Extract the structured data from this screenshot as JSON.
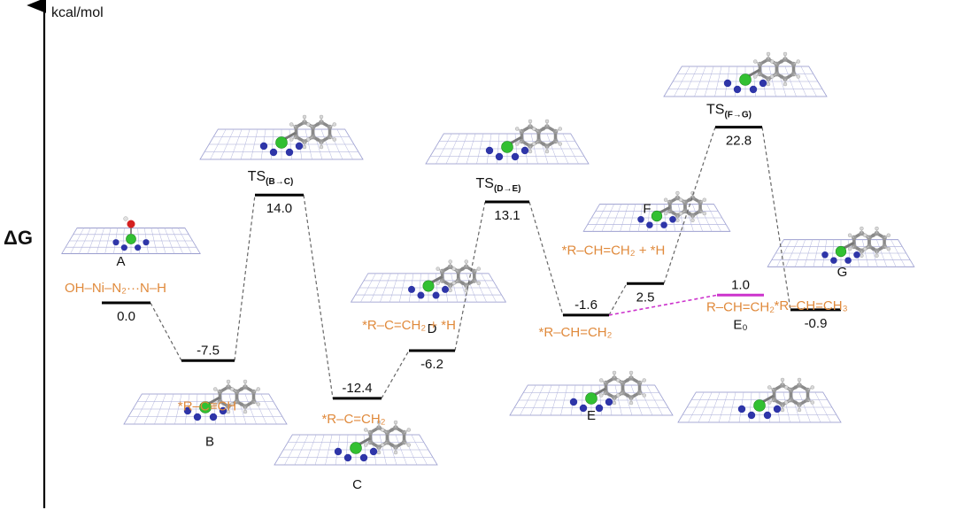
{
  "axis": {
    "y_label": "ΔG",
    "unit": "kcal/mol"
  },
  "colors": {
    "level": "#000000",
    "highlight": "#cc33cc",
    "species": "#e08a3c",
    "connector": "#666666"
  },
  "chart_data": {
    "type": "energy-profile",
    "ylabel": "ΔG",
    "unit": "kcal/mol",
    "levels": [
      {
        "id": "A",
        "name": "A",
        "value": 0.0,
        "value_text": "0.0",
        "species": "OH–Ni–N₂···N–H"
      },
      {
        "id": "B",
        "name": "B",
        "value": -7.5,
        "value_text": "-7.5",
        "species": "*R–C≡CH"
      },
      {
        "id": "TSBC",
        "name": "TS",
        "name_sub": "(B→C)",
        "value": 14.0,
        "value_text": "14.0",
        "species": ""
      },
      {
        "id": "C",
        "name": "C",
        "value": -12.4,
        "value_text": "-12.4",
        "species": "*R–C=CH₂"
      },
      {
        "id": "D",
        "name": "D",
        "value": -6.2,
        "value_text": "-6.2",
        "species": "*R–C=CH₂ + *H"
      },
      {
        "id": "TSDE",
        "name": "TS",
        "name_sub": "(D→E)",
        "value": 13.1,
        "value_text": "13.1",
        "species": ""
      },
      {
        "id": "E",
        "name": "E",
        "value": -1.6,
        "value_text": "-1.6",
        "species": "*R–CH=CH₂"
      },
      {
        "id": "F",
        "name": "F",
        "value": 2.5,
        "value_text": "2.5",
        "species": "*R–CH=CH₂ + *H"
      },
      {
        "id": "E0",
        "name": "E₀",
        "value": 1.0,
        "value_text": "1.0",
        "species": "R–CH=CH₂"
      },
      {
        "id": "TSFG",
        "name": "TS",
        "name_sub": "(F→G)",
        "value": 22.8,
        "value_text": "22.8",
        "species": ""
      },
      {
        "id": "G",
        "name": "G",
        "value": -0.9,
        "value_text": "-0.9",
        "species": "*R–CH=CH₃"
      }
    ],
    "connections": [
      {
        "from": "A",
        "to": "B"
      },
      {
        "from": "B",
        "to": "TSBC"
      },
      {
        "from": "TSBC",
        "to": "C"
      },
      {
        "from": "C",
        "to": "D"
      },
      {
        "from": "D",
        "to": "TSDE"
      },
      {
        "from": "TSDE",
        "to": "E"
      },
      {
        "from": "E",
        "to": "F"
      },
      {
        "from": "E",
        "to": "E0",
        "highlight": true
      },
      {
        "from": "F",
        "to": "TSFG"
      },
      {
        "from": "TSFG",
        "to": "G"
      }
    ]
  },
  "structures": [
    {
      "id": "A",
      "has_oh": true,
      "ring": false
    },
    {
      "id": "B",
      "has_oh": false,
      "ring": true
    },
    {
      "id": "TSBC",
      "has_oh": false,
      "ring": true
    },
    {
      "id": "C",
      "has_oh": false,
      "ring": true
    },
    {
      "id": "D",
      "has_oh": false,
      "ring": true
    },
    {
      "id": "TSDE",
      "has_oh": false,
      "ring": true
    },
    {
      "id": "E",
      "has_oh": false,
      "ring": true
    },
    {
      "id": "F",
      "has_oh": false,
      "ring": true
    },
    {
      "id": "E0",
      "has_oh": false,
      "ring": true
    },
    {
      "id": "TSFG",
      "has_oh": false,
      "ring": true
    },
    {
      "id": "G",
      "has_oh": false,
      "ring": true
    }
  ]
}
